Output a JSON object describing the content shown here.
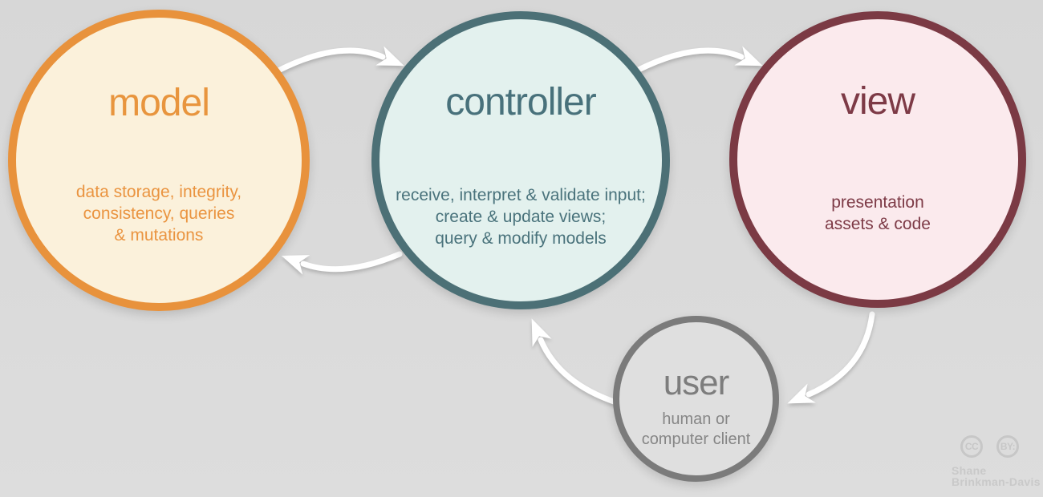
{
  "nodes": {
    "model": {
      "title": "model",
      "body_lines": [
        "data storage, integrity,",
        "consistency, queries",
        "& mutations"
      ],
      "border_color": "#e8923c",
      "fill_color": "#fbf1db",
      "text_color": "#e8953e"
    },
    "controller": {
      "title": "controller",
      "body_lines": [
        "receive, interpret & validate input;",
        "create & update views;",
        "query & modify models"
      ],
      "border_color": "#4c7076",
      "fill_color": "#e3f1ee",
      "text_color": "#48717b"
    },
    "view": {
      "title": "view",
      "body_lines": [
        "presentation",
        "assets & code"
      ],
      "border_color": "#7b3a44",
      "fill_color": "#fbeaed",
      "text_color": "#7d3a46"
    },
    "user": {
      "title": "user",
      "body_lines": [
        "human or",
        "computer client"
      ],
      "border_color": "#7b7b7b",
      "fill_color": "#dfdfdf",
      "text_color": "#7d7d7d"
    }
  },
  "arrows": {
    "color": "#ffffff",
    "connections": [
      {
        "from": "model",
        "to": "controller"
      },
      {
        "from": "controller",
        "to": "view"
      },
      {
        "from": "controller",
        "to": "model"
      },
      {
        "from": "view",
        "to": "user"
      },
      {
        "from": "user",
        "to": "controller"
      }
    ]
  },
  "attribution": {
    "cc_label": "CC",
    "by_label": "BY:",
    "author_line1": "Shane",
    "author_line2": "Brinkman-Davis",
    "color": "#c7c7c7"
  }
}
